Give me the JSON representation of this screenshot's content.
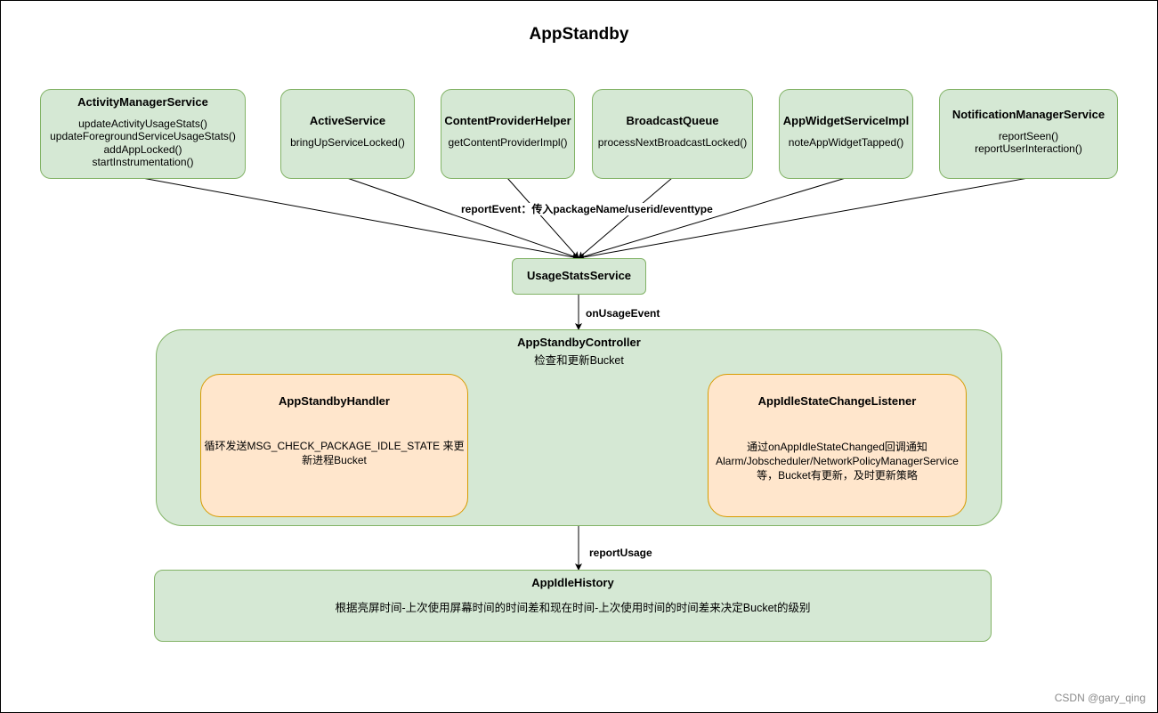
{
  "title": "AppStandby",
  "sources": [
    {
      "name": "ActivityManagerService",
      "methods": [
        "updateActivityUsageStats()",
        "updateForegroundServiceUsageStats()",
        "addAppLocked()",
        "startInstrumentation()"
      ]
    },
    {
      "name": "ActiveService",
      "methods": [
        "bringUpServiceLocked()"
      ]
    },
    {
      "name": "ContentProviderHelper",
      "methods": [
        "getContentProviderImpl()"
      ]
    },
    {
      "name": "BroadcastQueue",
      "methods": [
        "processNextBroadcastLocked()"
      ]
    },
    {
      "name": "AppWidgetServiceImpl",
      "methods": [
        "noteAppWidgetTapped()"
      ]
    },
    {
      "name": "NotificationManagerService",
      "methods": [
        "reportSeen()",
        "reportUserInteraction()"
      ]
    }
  ],
  "edges": {
    "report_event": "reportEvent：传入packageName/userid/eventtype",
    "on_usage_event": "onUsageEvent",
    "report_usage": "reportUsage"
  },
  "usage_stats_service": {
    "name": "UsageStatsService"
  },
  "controller": {
    "name": "AppStandbyController",
    "desc": "检查和更新Bucket",
    "handler": {
      "name": "AppStandbyHandler",
      "lines": [
        "循环发送MSG_CHECK_PACKAGE_IDLE_STATE",
        "来更新进程Bucket"
      ]
    },
    "listener": {
      "name": "AppIdleStateChangeListener",
      "lines": [
        "通过onAppIdleStateChanged回调通知",
        "Alarm/Jobscheduler/NetworkPolicyManagerService",
        "等，Bucket有更新，及时更新策略"
      ]
    }
  },
  "idle_history": {
    "name": "AppIdleHistory",
    "desc": "根据亮屏时间-上次使用屏幕时间的时间差和现在时间-上次使用时间的时间差来决定Bucket的级别"
  },
  "watermark": "CSDN @gary_qing"
}
